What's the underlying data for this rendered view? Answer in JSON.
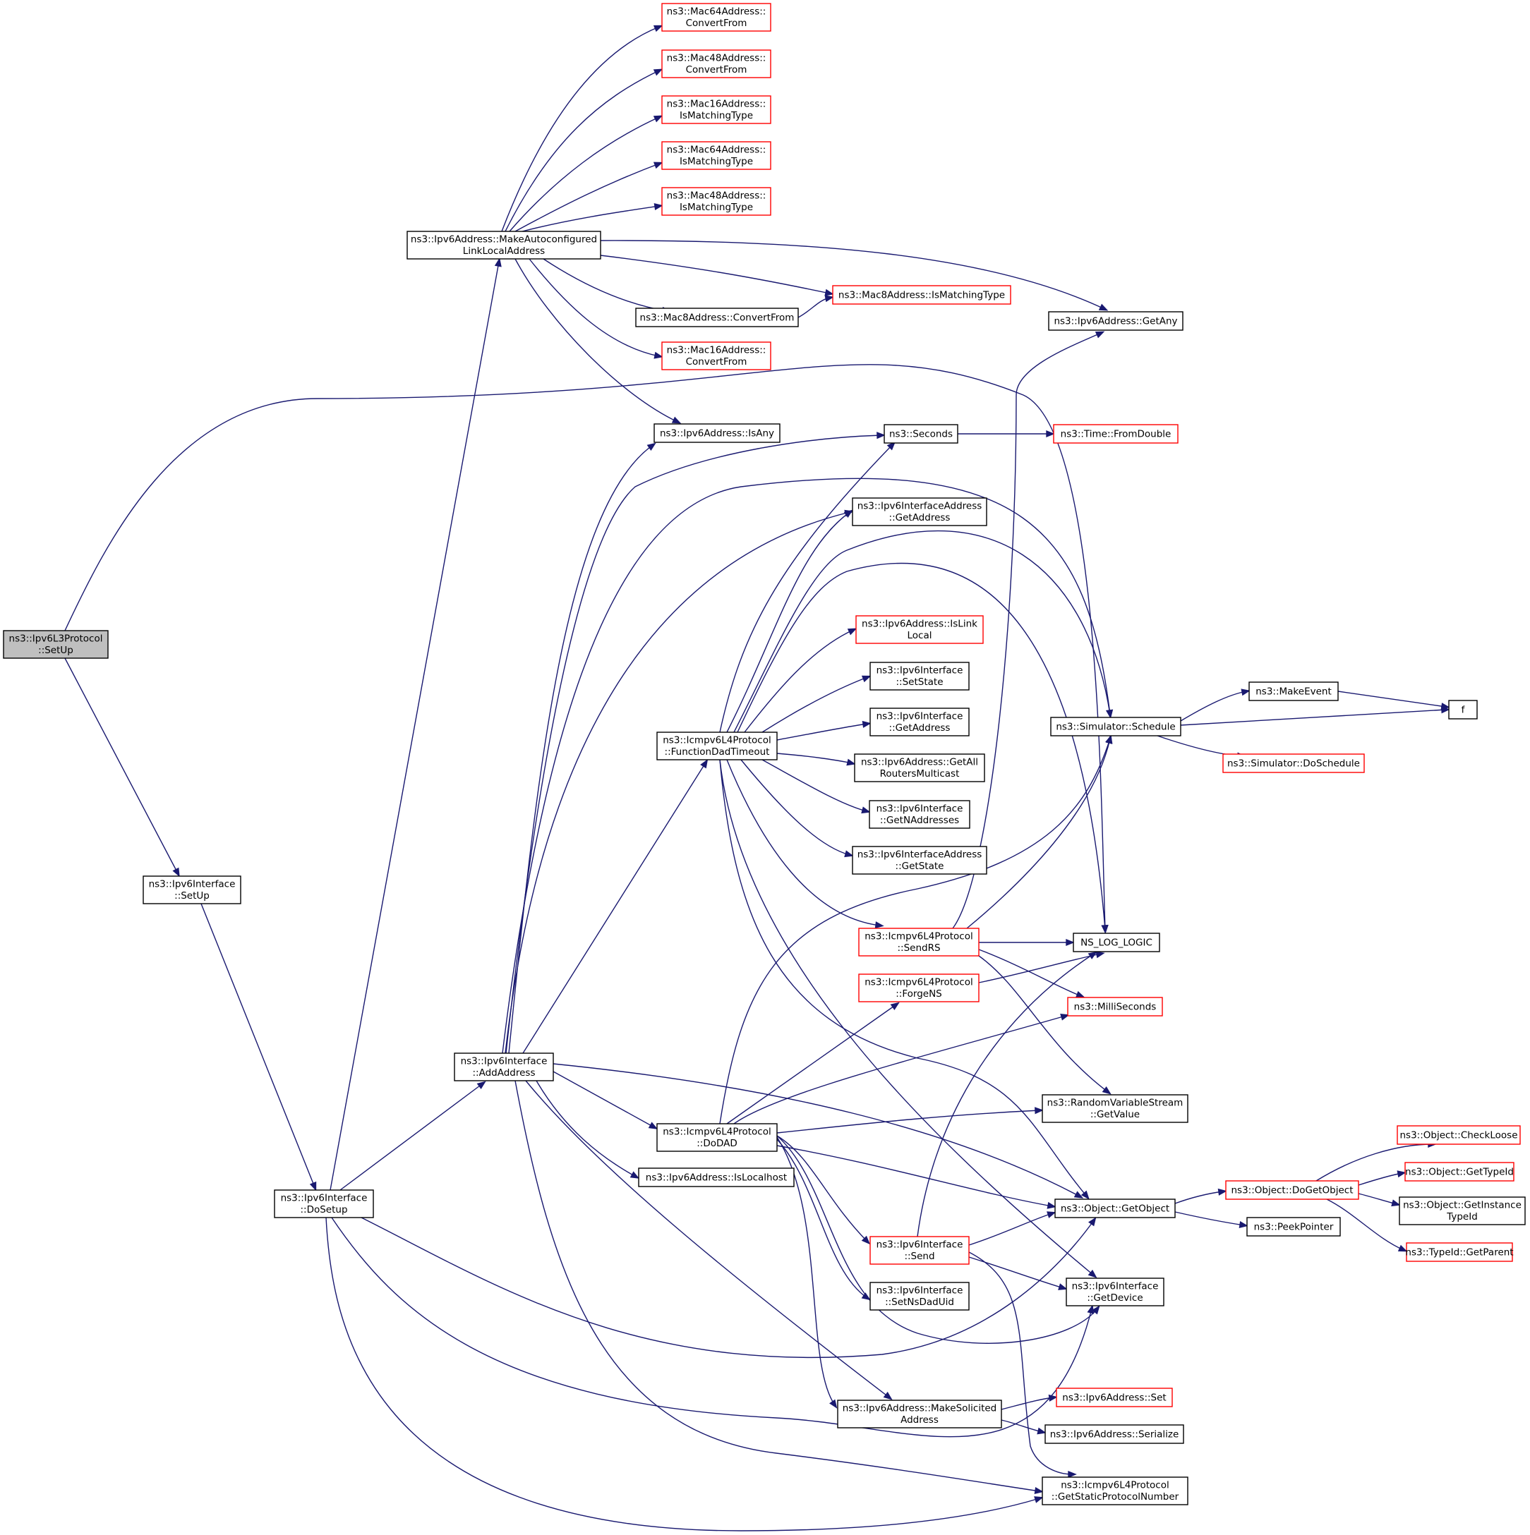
{
  "graph": {
    "colors": {
      "edge": "#191970",
      "node_border": "#000000",
      "node_border_truncated": "#ff0000",
      "root_fill": "#bfbfbf",
      "node_fill": "#ffffff"
    },
    "nodes": [
      {
        "id": "root",
        "lines": [
          "ns3::Ipv6L3Protocol",
          "::SetUp"
        ],
        "style": "root"
      },
      {
        "id": "ifsetup",
        "lines": [
          "ns3::Ipv6Interface",
          "::SetUp"
        ],
        "style": "normal"
      },
      {
        "id": "dosetup",
        "lines": [
          "ns3::Ipv6Interface",
          "::DoSetup"
        ],
        "style": "normal"
      },
      {
        "id": "addaddr",
        "lines": [
          "ns3::Ipv6Interface",
          "::AddAddress"
        ],
        "style": "normal"
      },
      {
        "id": "mkauto",
        "lines": [
          "ns3::Ipv6Address::MakeAutoconfigured",
          "LinkLocalAddress"
        ],
        "style": "normal"
      },
      {
        "id": "m64cf",
        "lines": [
          "ns3::Mac64Address::",
          "ConvertFrom"
        ],
        "style": "truncated"
      },
      {
        "id": "m48cf",
        "lines": [
          "ns3::Mac48Address::",
          "ConvertFrom"
        ],
        "style": "truncated"
      },
      {
        "id": "m16mt",
        "lines": [
          "ns3::Mac16Address::",
          "IsMatchingType"
        ],
        "style": "truncated"
      },
      {
        "id": "m64mt",
        "lines": [
          "ns3::Mac64Address::",
          "IsMatchingType"
        ],
        "style": "truncated"
      },
      {
        "id": "m48mt",
        "lines": [
          "ns3::Mac48Address::",
          "IsMatchingType"
        ],
        "style": "truncated"
      },
      {
        "id": "m8mt",
        "lines": [
          "ns3::Mac8Address::IsMatchingType"
        ],
        "style": "truncated"
      },
      {
        "id": "m8cf",
        "lines": [
          "ns3::Mac8Address::ConvertFrom"
        ],
        "style": "normal"
      },
      {
        "id": "m16cf",
        "lines": [
          "ns3::Mac16Address::",
          "ConvertFrom"
        ],
        "style": "truncated"
      },
      {
        "id": "getany",
        "lines": [
          "ns3::Ipv6Address::GetAny"
        ],
        "style": "normal"
      },
      {
        "id": "isany",
        "lines": [
          "ns3::Ipv6Address::IsAny"
        ],
        "style": "normal"
      },
      {
        "id": "seconds",
        "lines": [
          "ns3::Seconds"
        ],
        "style": "normal"
      },
      {
        "id": "fromdouble",
        "lines": [
          "ns3::Time::FromDouble"
        ],
        "style": "truncated"
      },
      {
        "id": "iagetaddr",
        "lines": [
          "ns3::Ipv6InterfaceAddress",
          "::GetAddress"
        ],
        "style": "normal"
      },
      {
        "id": "islinklocal",
        "lines": [
          "ns3::Ipv6Address::IsLink",
          "Local"
        ],
        "style": "truncated"
      },
      {
        "id": "setstate",
        "lines": [
          "ns3::Ipv6Interface",
          "::SetState"
        ],
        "style": "normal"
      },
      {
        "id": "ifgetaddr",
        "lines": [
          "ns3::Ipv6Interface",
          "::GetAddress"
        ],
        "style": "normal"
      },
      {
        "id": "allrouters",
        "lines": [
          "ns3::Ipv6Address::GetAll",
          "RoutersMulticast"
        ],
        "style": "normal"
      },
      {
        "id": "getn",
        "lines": [
          "ns3::Ipv6Interface",
          "::GetNAddresses"
        ],
        "style": "normal"
      },
      {
        "id": "iagetstate",
        "lines": [
          "ns3::Ipv6InterfaceAddress",
          "::GetState"
        ],
        "style": "normal"
      },
      {
        "id": "fdt",
        "lines": [
          "ns3::Icmpv6L4Protocol",
          "::FunctionDadTimeout"
        ],
        "style": "normal"
      },
      {
        "id": "schedule",
        "lines": [
          "ns3::Simulator::Schedule"
        ],
        "style": "normal"
      },
      {
        "id": "makeevent",
        "lines": [
          "ns3::MakeEvent"
        ],
        "style": "normal"
      },
      {
        "id": "f",
        "lines": [
          "f"
        ],
        "style": "normal"
      },
      {
        "id": "doschedule",
        "lines": [
          "ns3::Simulator::DoSchedule"
        ],
        "style": "truncated"
      },
      {
        "id": "sendrs",
        "lines": [
          "ns3::Icmpv6L4Protocol",
          "::SendRS"
        ],
        "style": "truncated"
      },
      {
        "id": "nslog",
        "lines": [
          "NS_LOG_LOGIC"
        ],
        "style": "normal"
      },
      {
        "id": "forgens",
        "lines": [
          "ns3::Icmpv6L4Protocol",
          "::ForgeNS"
        ],
        "style": "truncated"
      },
      {
        "id": "millis",
        "lines": [
          "ns3::MilliSeconds"
        ],
        "style": "truncated"
      },
      {
        "id": "rvs",
        "lines": [
          "ns3::RandomVariableStream",
          "::GetValue"
        ],
        "style": "normal"
      },
      {
        "id": "dodad",
        "lines": [
          "ns3::Icmpv6L4Protocol",
          "::DoDAD"
        ],
        "style": "normal"
      },
      {
        "id": "islocalhost",
        "lines": [
          "ns3::Ipv6Address::IsLocalhost"
        ],
        "style": "normal"
      },
      {
        "id": "getobject",
        "lines": [
          "ns3::Object::GetObject"
        ],
        "style": "normal"
      },
      {
        "id": "dogetobject",
        "lines": [
          "ns3::Object::DoGetObject"
        ],
        "style": "truncated"
      },
      {
        "id": "checkloose",
        "lines": [
          "ns3::Object::CheckLoose"
        ],
        "style": "truncated"
      },
      {
        "id": "gettypeid",
        "lines": [
          "ns3::Object::GetTypeId"
        ],
        "style": "truncated"
      },
      {
        "id": "getinsttypeid",
        "lines": [
          "ns3::Object::GetInstance",
          "TypeId"
        ],
        "style": "normal"
      },
      {
        "id": "getparent",
        "lines": [
          "ns3::TypeId::GetParent"
        ],
        "style": "truncated"
      },
      {
        "id": "peekpointer",
        "lines": [
          "ns3::PeekPointer"
        ],
        "style": "normal"
      },
      {
        "id": "ifsend",
        "lines": [
          "ns3::Ipv6Interface",
          "::Send"
        ],
        "style": "truncated"
      },
      {
        "id": "setnsdaduid",
        "lines": [
          "ns3::Ipv6Interface",
          "::SetNsDadUid"
        ],
        "style": "normal"
      },
      {
        "id": "getdevice",
        "lines": [
          "ns3::Ipv6Interface",
          "::GetDevice"
        ],
        "style": "normal"
      },
      {
        "id": "mksolicited",
        "lines": [
          "ns3::Ipv6Address::MakeSolicited",
          "Address"
        ],
        "style": "normal"
      },
      {
        "id": "ipv6set",
        "lines": [
          "ns3::Ipv6Address::Set"
        ],
        "style": "truncated"
      },
      {
        "id": "serialize",
        "lines": [
          "ns3::Ipv6Address::Serialize"
        ],
        "style": "normal"
      },
      {
        "id": "staticproto",
        "lines": [
          "ns3::Icmpv6L4Protocol",
          "::GetStaticProtocolNumber"
        ],
        "style": "normal"
      }
    ]
  }
}
